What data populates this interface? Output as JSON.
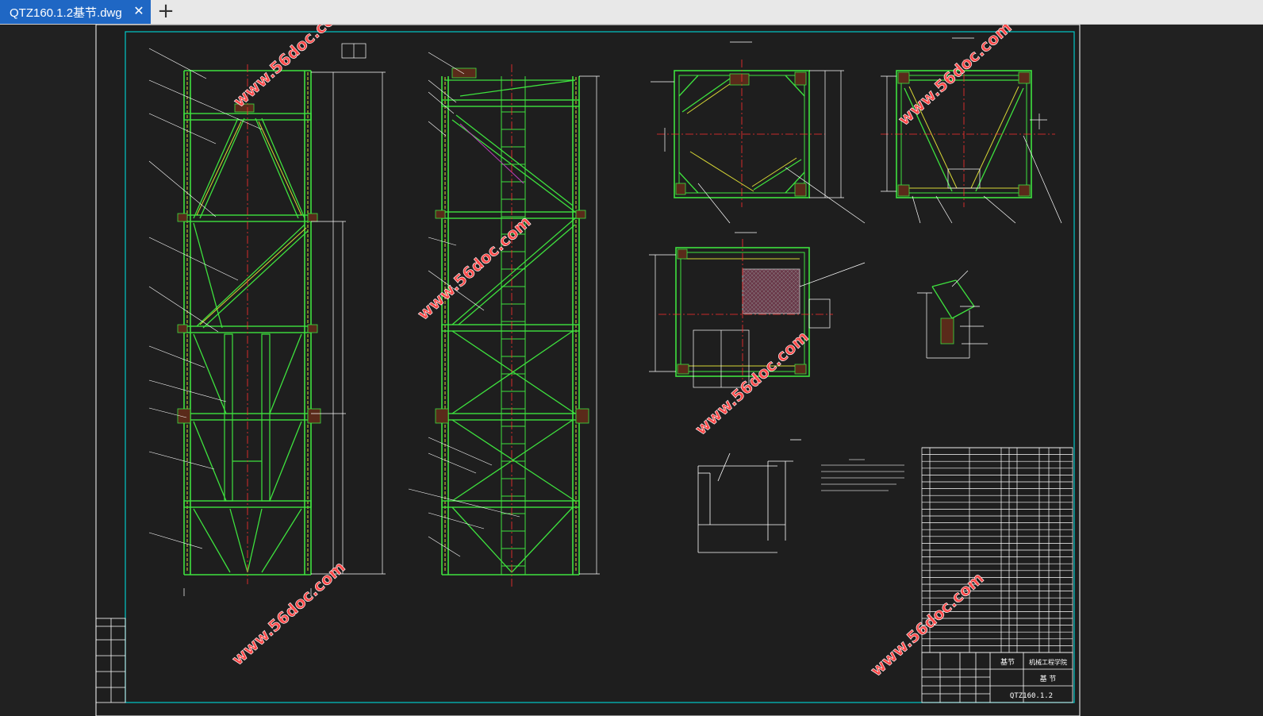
{
  "tab": {
    "title": "QTZ160.1.2基节.dwg",
    "close_icon": "close-icon",
    "add_icon": "plus-icon"
  },
  "drawing": {
    "watermark": "www.56doc.com",
    "drawing_number": "QTZ160.1.2",
    "part_name": "基节",
    "title_block_org": "机械工程学院",
    "sheet_label": "基 节"
  },
  "colors": {
    "background": "#212121",
    "sheet_bg": "#1e1e1e",
    "frame": "#ffffff",
    "border": "#00c8c8",
    "primary_line": "#3ee23e",
    "secondary_line": "#d7d735",
    "centerline": "#ff3030",
    "dimension": "#ffffff",
    "hidden": "#c040c0",
    "watermark": "#ff4a4a",
    "tab_active": "#1f67c4"
  }
}
